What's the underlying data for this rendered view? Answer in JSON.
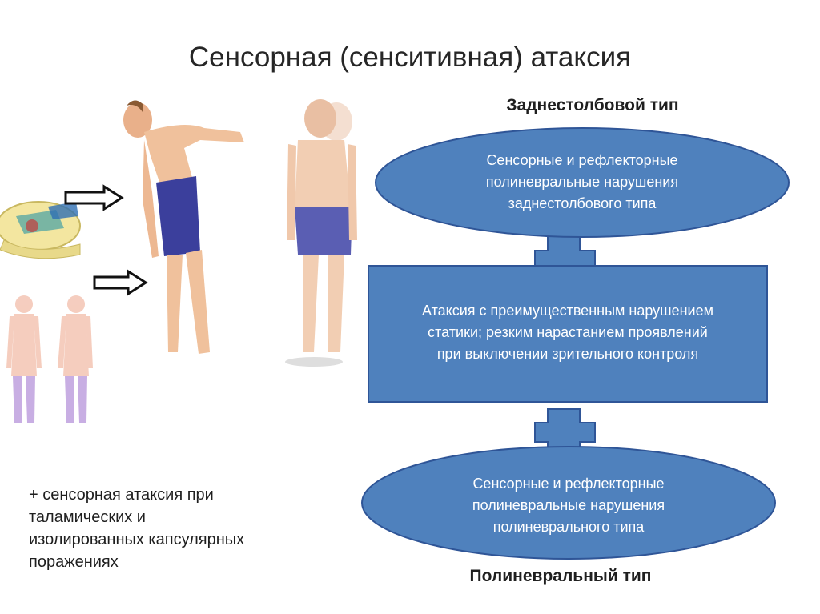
{
  "title": "Сенсорная (сенситивная) атаксия",
  "diagram": {
    "top_label": "Заднестолбовой тип",
    "bottom_label": "Полиневральный тип",
    "nodes": {
      "top": [
        "Сенсорные и рефлекторные",
        "полиневральные нарушения",
        "заднестолбового типа"
      ],
      "middle": [
        "Атаксия с преимущественным нарушением",
        "статики;  резким нарастанием проявлений",
        "при выключении зрительного контроля"
      ],
      "bottom": [
        "Сенсорные и рефлекторные",
        "полиневральные нарушения",
        "полиневрального типа"
      ]
    },
    "colors": {
      "fill": "#4f81bd",
      "stroke": "#2f5597"
    }
  },
  "footnote": [
    "+ сенсорная атаксия при",
    "таламических и",
    "изолированных капсулярных",
    "поражениях"
  ],
  "illustrations": [
    "spinal-cord-section-icon",
    "arrow-icon",
    "arrow-icon",
    "stooped-man-figure",
    "swaying-man-figure",
    "sensory-map-figure"
  ]
}
